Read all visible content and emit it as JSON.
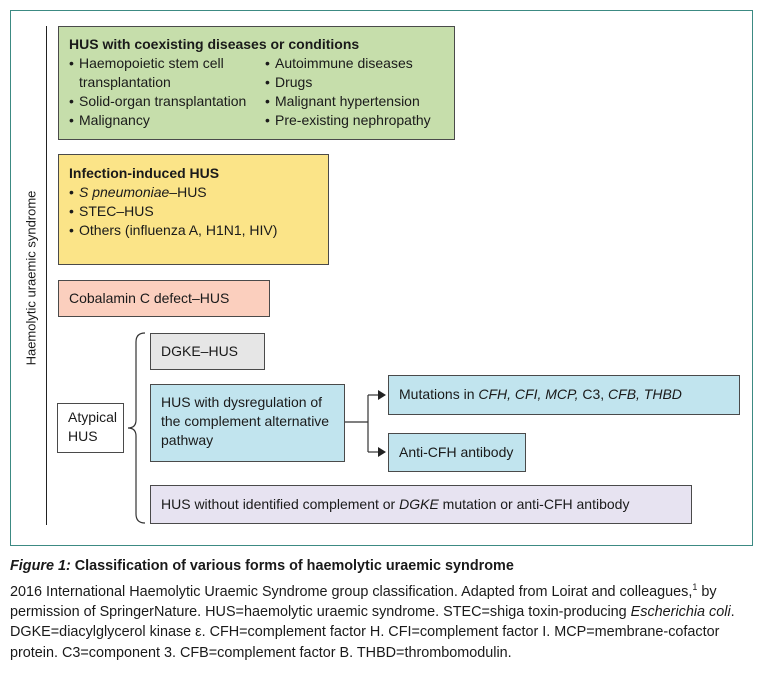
{
  "axis_label": "Haemolytic uraemic syndrome",
  "boxes": {
    "coexisting": {
      "title": "HUS with coexisting diseases or conditions",
      "col1": [
        "Haemopoietic stem cell transplantation",
        "Solid-organ transplantation",
        "Malignancy"
      ],
      "col2": [
        "Autoimmune diseases",
        "Drugs",
        "Malignant hypertension",
        "Pre-existing nephropathy"
      ],
      "color": "#c6deab"
    },
    "infection": {
      "title": "Infection-induced HUS",
      "item_spneumoniae_italic": "S pneumoniae",
      "item_spneumoniae_suffix": "–HUS",
      "items": [
        "STEC–HUS",
        "Others (influenza A, H1N1, HIV)"
      ],
      "color": "#fbe488"
    },
    "cobalamin": {
      "label": "Cobalamin C defect–HUS",
      "color": "#fbcfbe"
    },
    "atypical": {
      "label_line1": "Atypical",
      "label_line2": "HUS"
    },
    "dgke": {
      "label": "DGKE–HUS",
      "color": "#e6e6e6"
    },
    "dysregulation": {
      "label": "HUS with dysregulation of the complement alternative pathway",
      "color": "#c1e4ee"
    },
    "mutations": {
      "prefix": "Mutations in ",
      "genes": "CFH, CFI, MCP,",
      "c3": " C3, ",
      "genes2": "CFB, THBD",
      "color": "#c1e4ee"
    },
    "antibody": {
      "label": "Anti-CFH antibody",
      "color": "#c1e4ee"
    },
    "without": {
      "prefix": "HUS without identified complement or ",
      "italic": "DGKE",
      "suffix": " mutation or anti-CFH antibody",
      "color": "#e7e3f1"
    }
  },
  "caption": {
    "fig_label": "Figure 1:",
    "title": " Classification of various forms of haemolytic uraemic syndrome",
    "body_part1": "2016 International Haemolytic Uraemic Syndrome group classification. Adapted from Loirat and colleagues,",
    "ref": "1",
    "body_part2": " by permission of SpringerNature. HUS=haemolytic uraemic syndrome. STEC=shiga toxin-producing ",
    "ecoli": "Escherichia coli",
    "body_part3": ". DGKE=diacylglycerol kinase ε. CFH=complement factor H. CFI=complement factor I. MCP=membrane-cofactor protein. C3=component 3. CFB=complement factor B. THBD=thrombomodulin."
  }
}
